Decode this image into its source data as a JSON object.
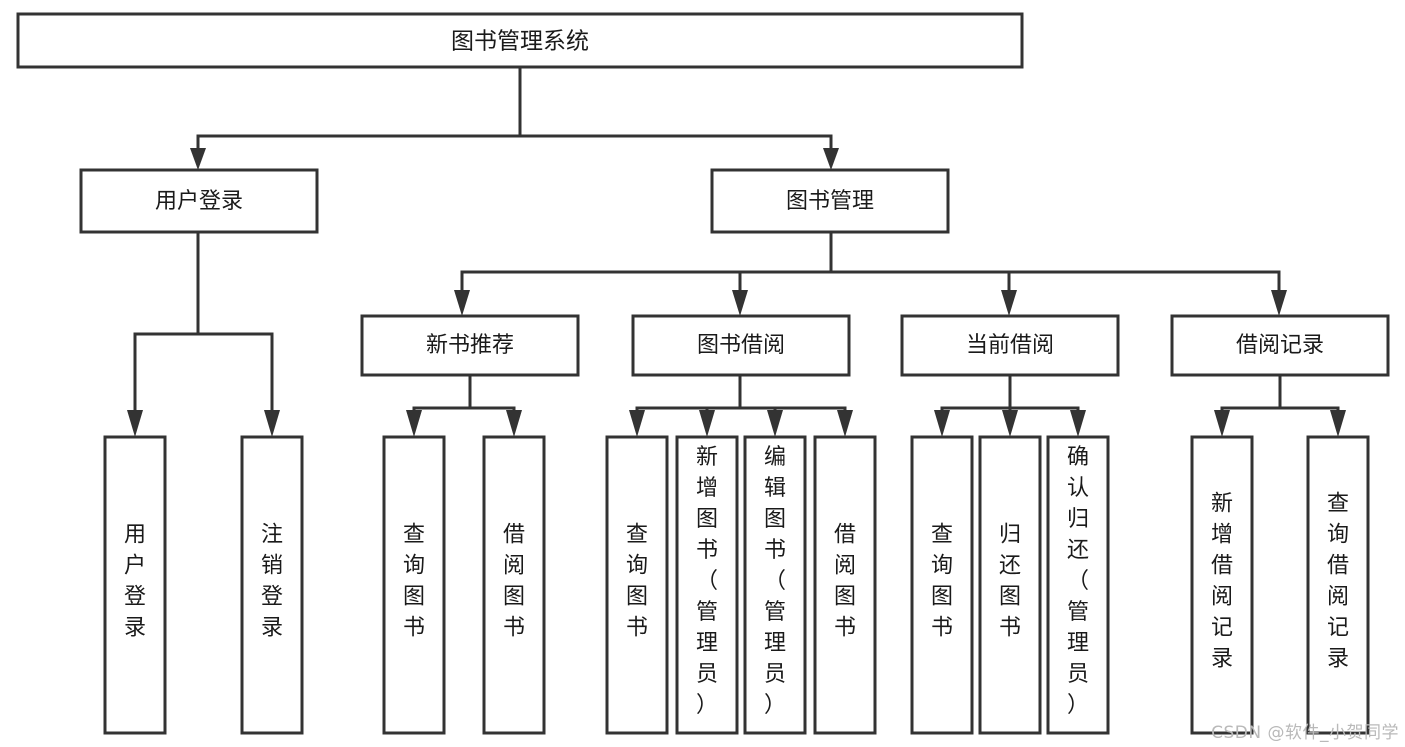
{
  "diagram": {
    "type": "tree",
    "title": "图书管理系统",
    "watermark": "CSDN @软件_小贺同学",
    "colors": {
      "stroke": "#333333",
      "fill": "#ffffff",
      "text": "#1a1a1a",
      "watermark": "#b9b9b9"
    },
    "root": {
      "label": "图书管理系统"
    },
    "level1": [
      {
        "label": "用户登录"
      },
      {
        "label": "图书管理"
      }
    ],
    "level2": [
      {
        "label": "新书推荐"
      },
      {
        "label": "图书借阅"
      },
      {
        "label": "当前借阅"
      },
      {
        "label": "借阅记录"
      }
    ],
    "leaves": {
      "user_login": [
        {
          "label": "用户登录"
        },
        {
          "label": "注销登录"
        }
      ],
      "new_book": [
        {
          "label": "查询图书"
        },
        {
          "label": "借阅图书"
        }
      ],
      "book_borrow": [
        {
          "label": "查询图书"
        },
        {
          "label": "新增图书（管理员）"
        },
        {
          "label": "编辑图书（管理员）"
        },
        {
          "label": "借阅图书"
        }
      ],
      "current_borrow": [
        {
          "label": "查询图书"
        },
        {
          "label": "归还图书"
        },
        {
          "label": "确认归还（管理员）"
        }
      ],
      "borrow_record": [
        {
          "label": "新增借阅记录"
        },
        {
          "label": "查询借阅记录"
        }
      ]
    }
  }
}
